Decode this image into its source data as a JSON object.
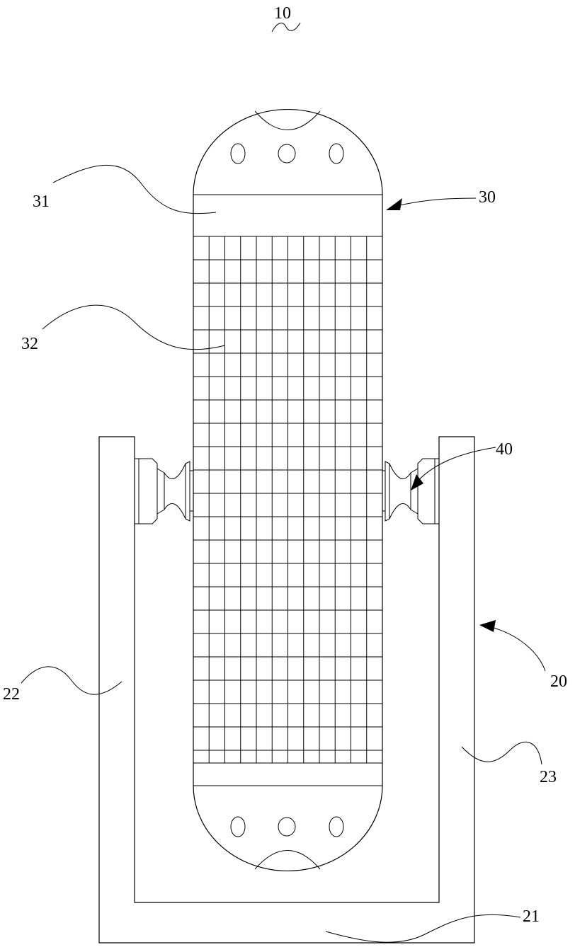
{
  "figure": {
    "labels": {
      "device": "10",
      "base": "20",
      "base_bottom": "21",
      "left_arm": "22",
      "right_arm": "23",
      "body": "30",
      "end_section": "31",
      "mesh_section": "32",
      "pivot": "40"
    },
    "line_color": "#000000",
    "background_color": "#ffffff"
  }
}
